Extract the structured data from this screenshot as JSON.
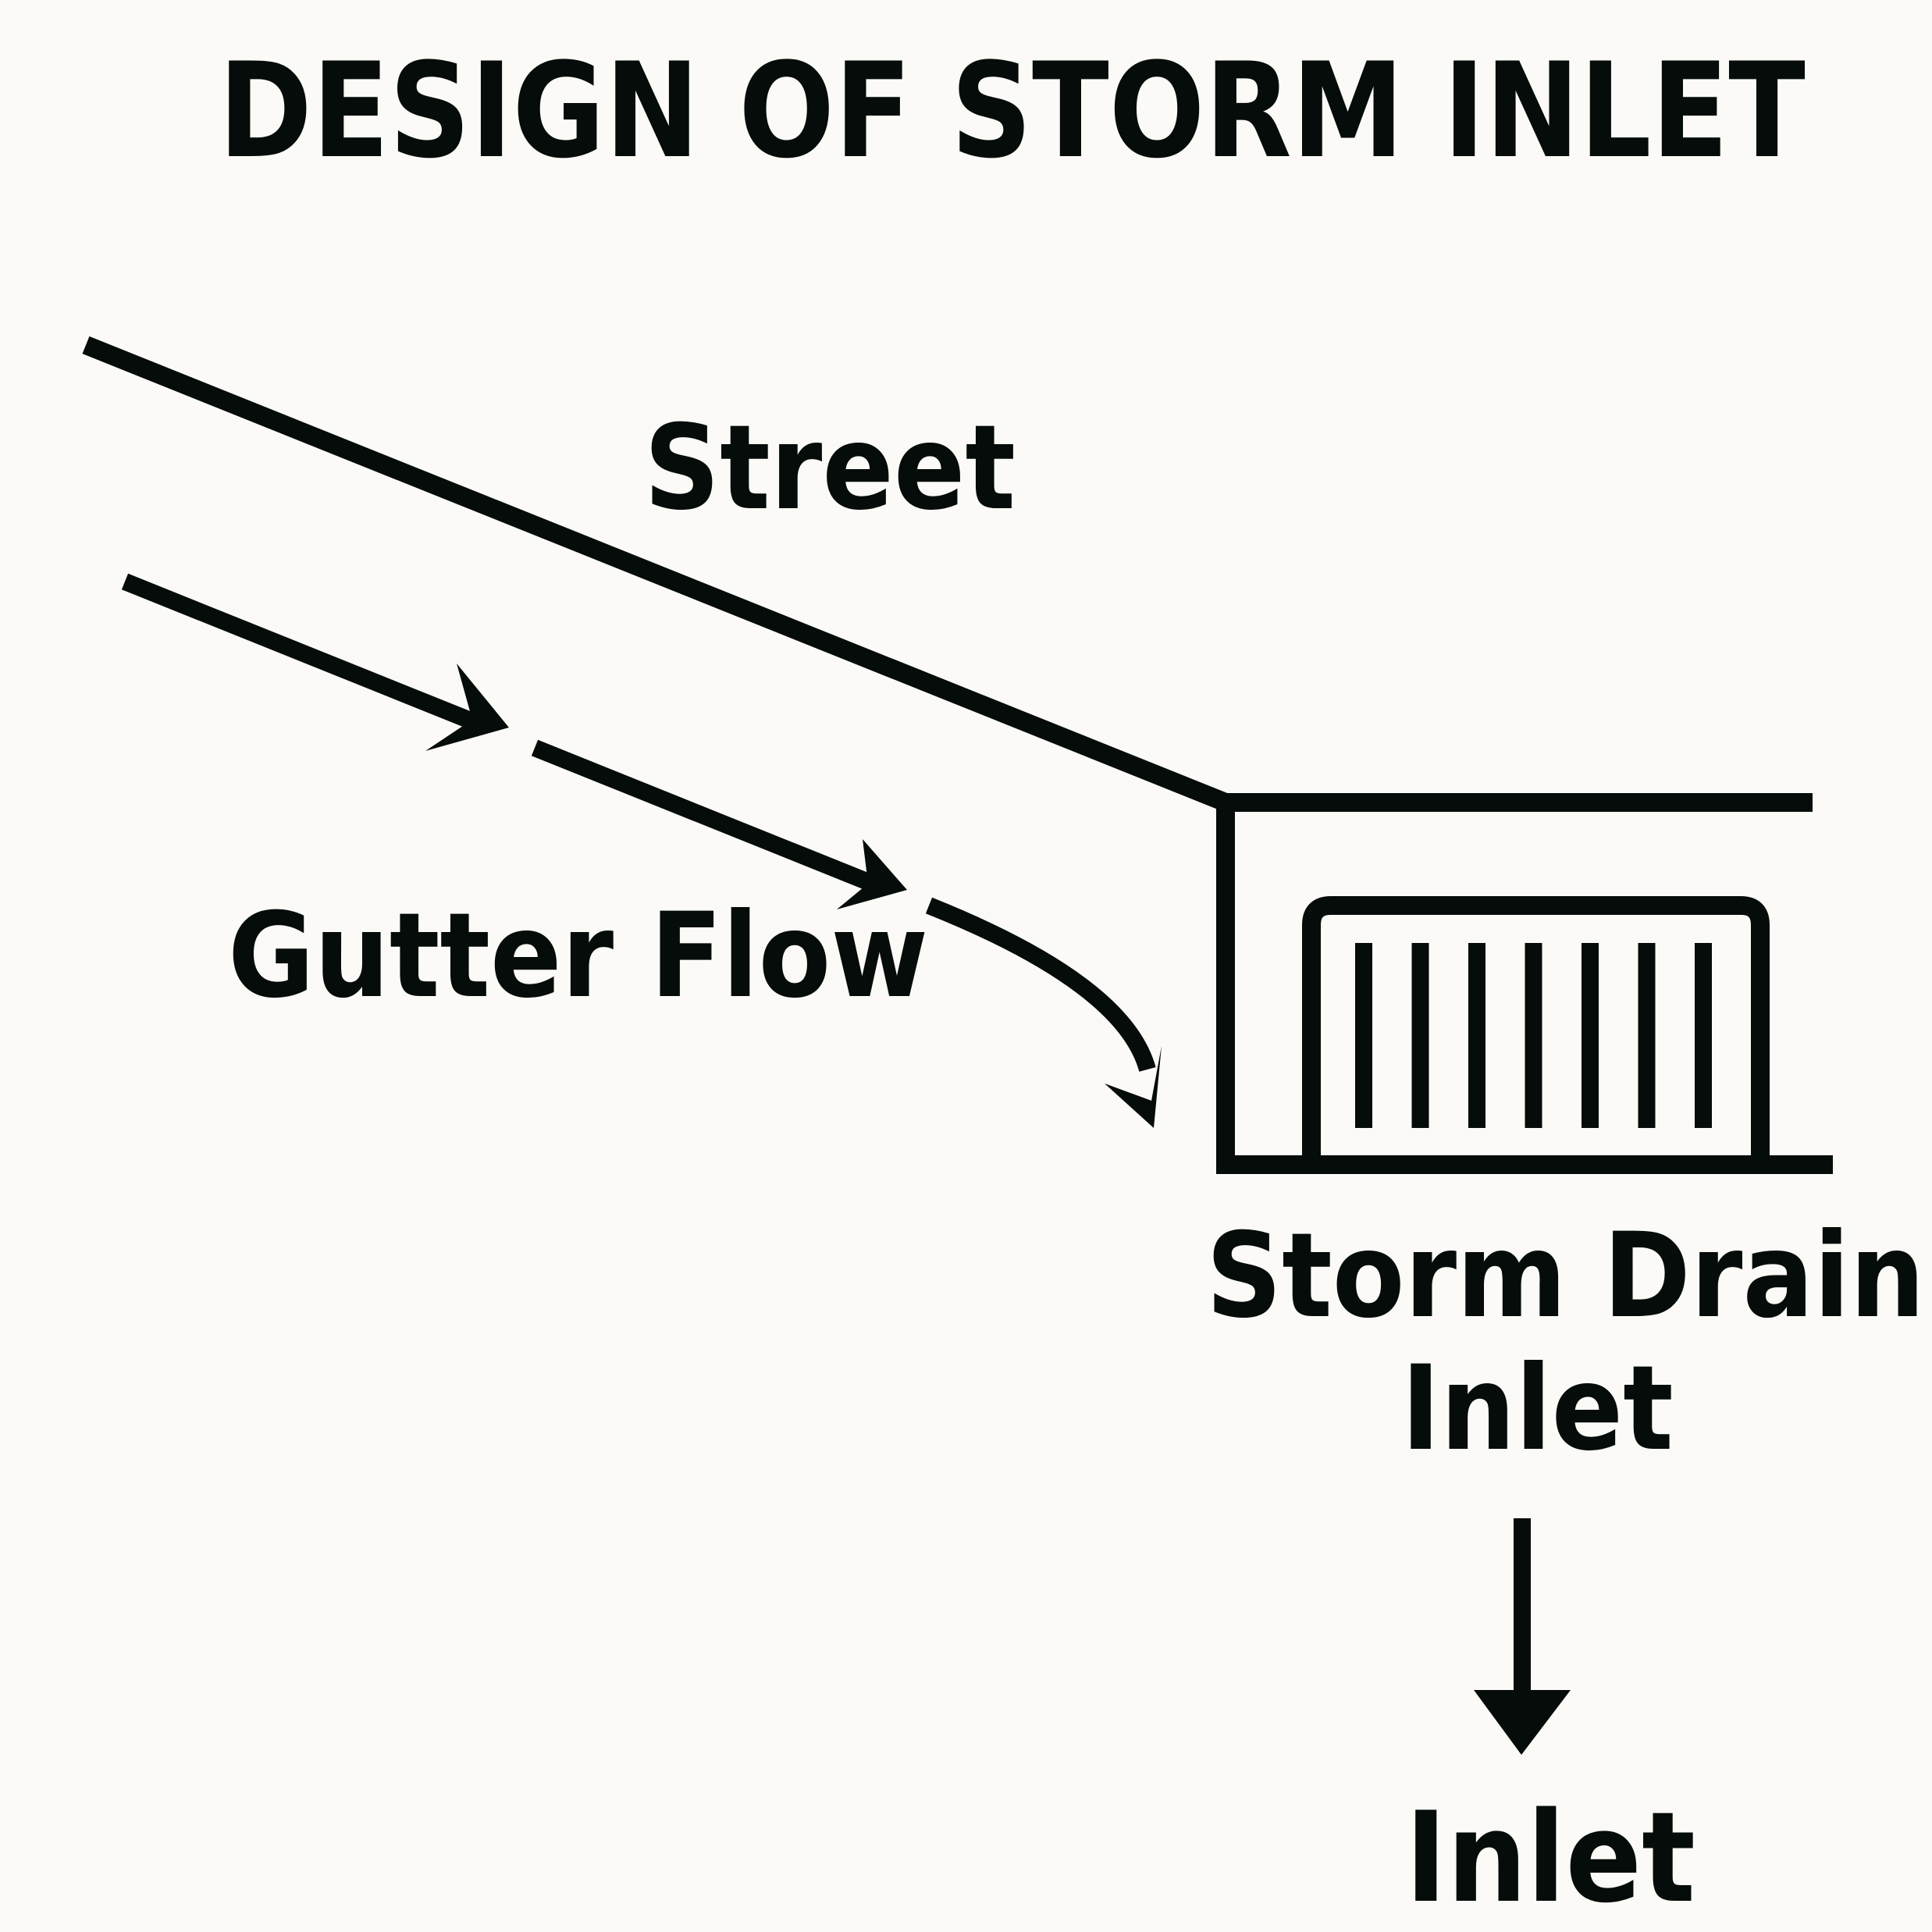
{
  "title": "DESIGN OF STORM INLET",
  "labels": {
    "street": "Street",
    "gutter_flow": "Gutter Flow",
    "storm_drain_inlet_line1": "Storm Drain",
    "storm_drain_inlet_line2": "Inlet",
    "inlet": "Inlet"
  },
  "grate": {
    "bar_count": 7
  },
  "colors": {
    "background": "#fbfaf6",
    "ink": "#050c0a"
  }
}
